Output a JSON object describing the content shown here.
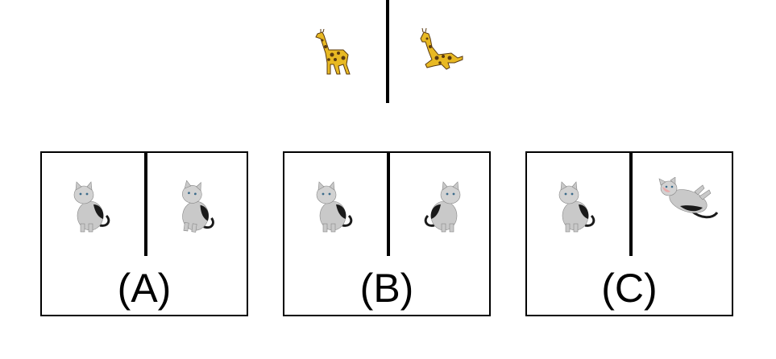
{
  "reference": {
    "left_image": "giraffe-standing",
    "right_image": "giraffe-lying"
  },
  "options": [
    {
      "label": "(A)",
      "left_image": "cat-sitting",
      "right_image": "cat-sitting-rotated"
    },
    {
      "label": "(B)",
      "left_image": "cat-sitting",
      "right_image": "cat-sitting-mirrored"
    },
    {
      "label": "(C)",
      "left_image": "cat-sitting",
      "right_image": "cat-lying"
    }
  ],
  "colors": {
    "line": "#000000",
    "giraffe_body": "#e8b923",
    "giraffe_spots": "#5a3a10",
    "cat_body": "#c9c9c9",
    "cat_spots": "#1a1a1a"
  }
}
